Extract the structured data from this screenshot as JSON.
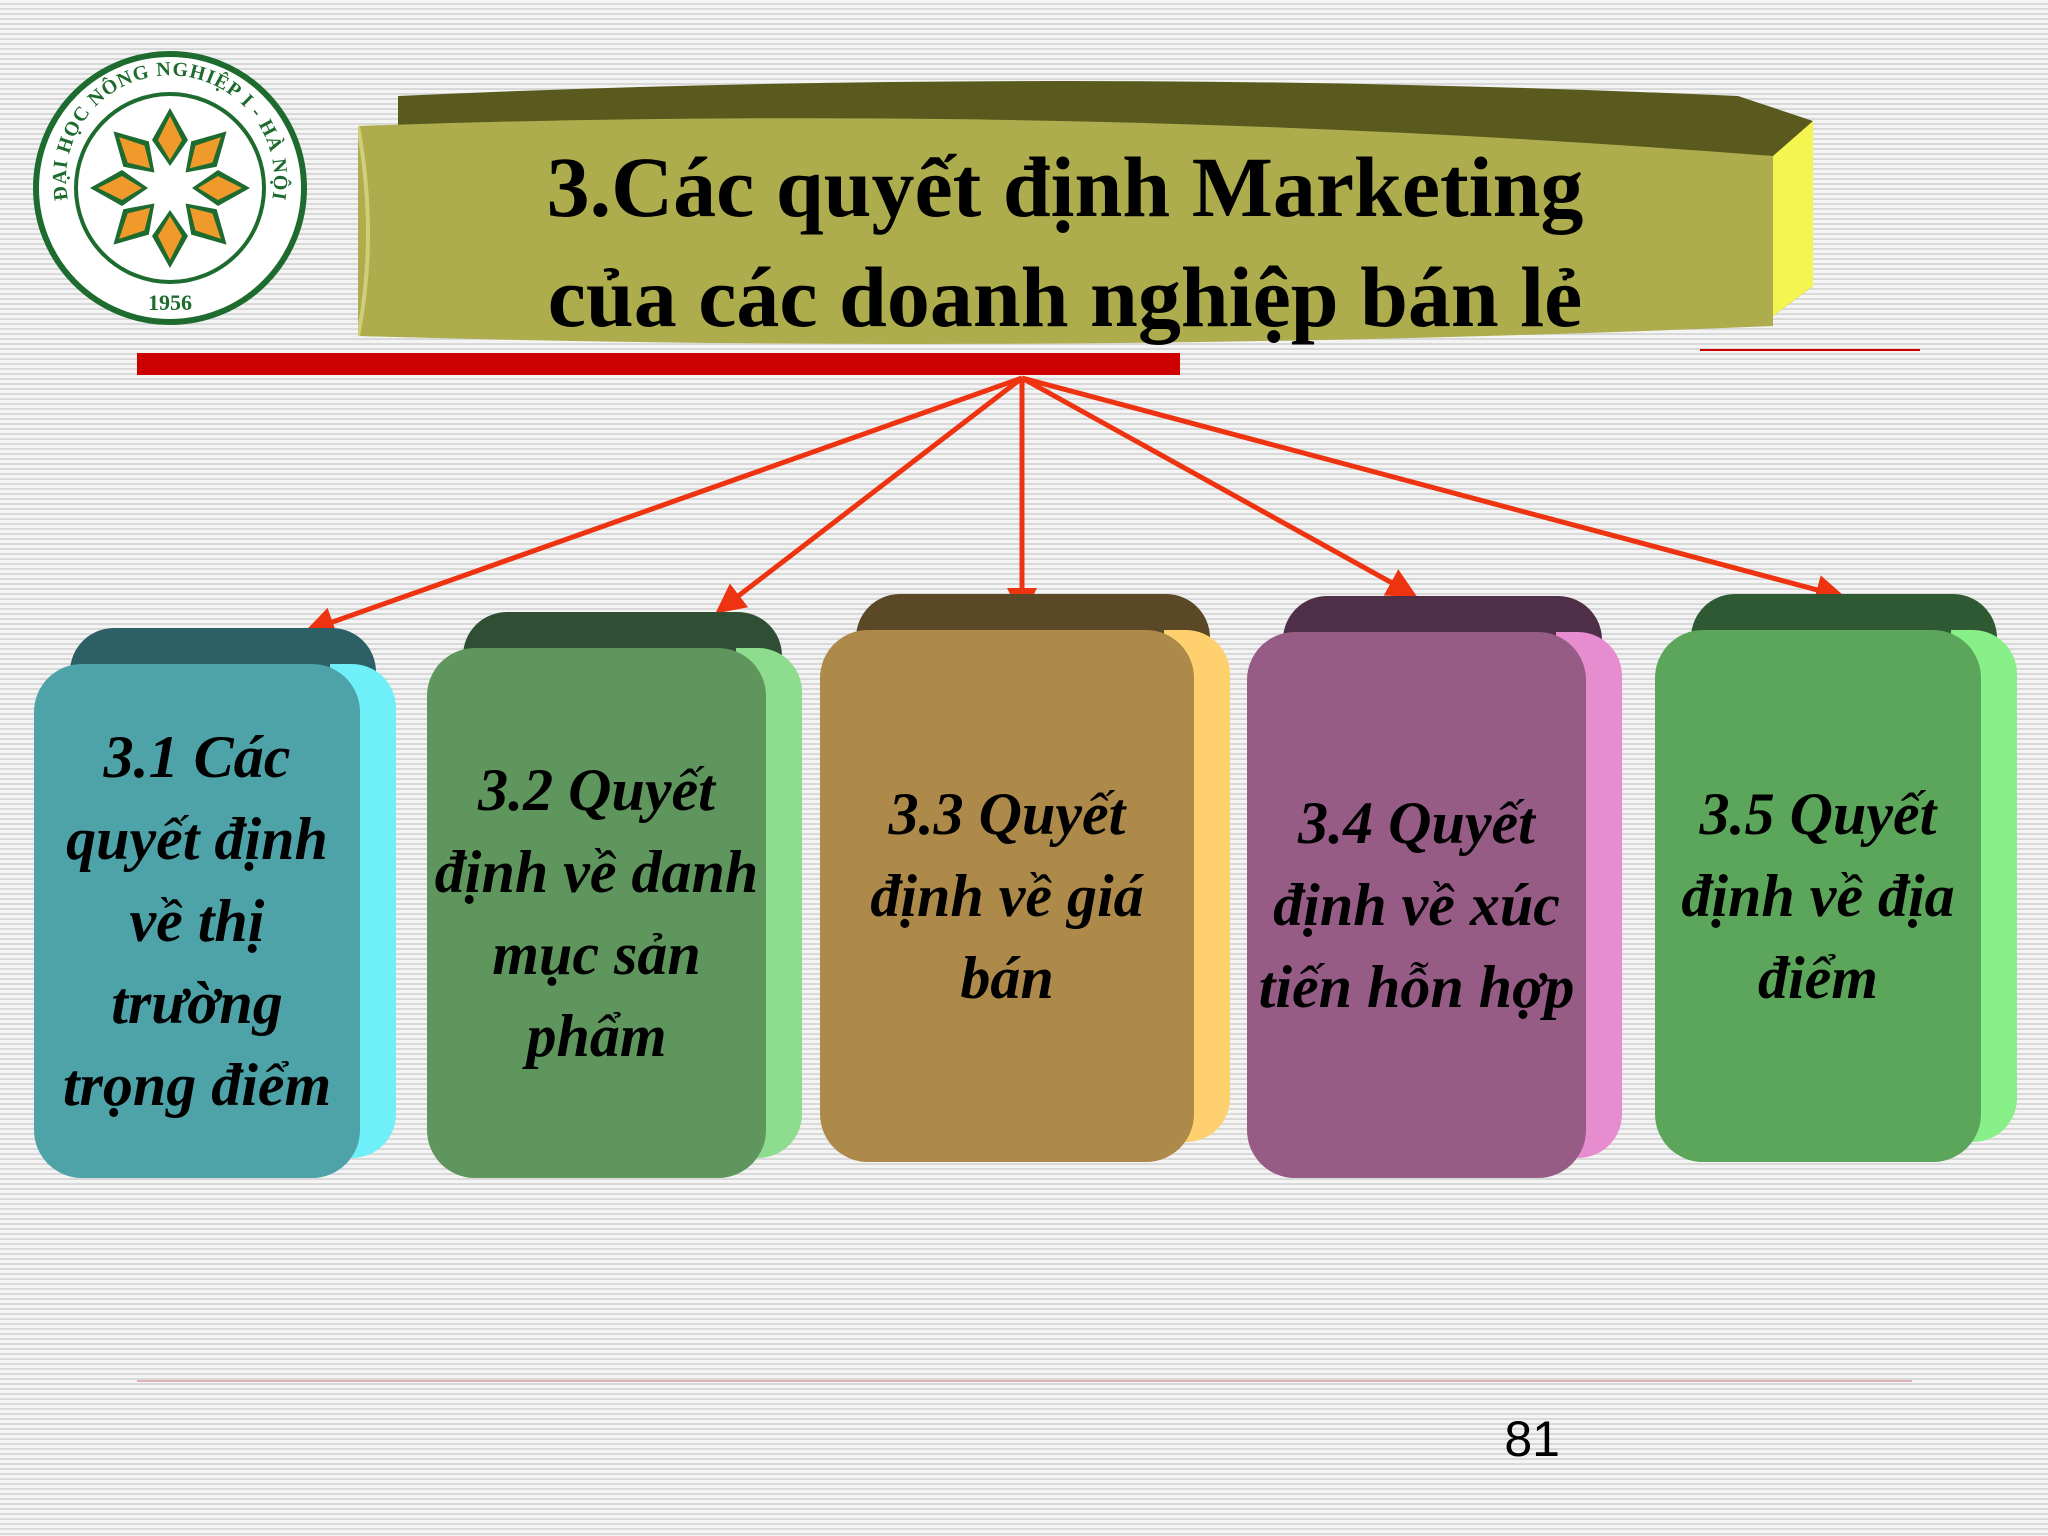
{
  "logo": {
    "text_top": "ĐẠI HỌC NÔNG NGHIỆP I - HÀ NỘI",
    "year": "1956"
  },
  "title": {
    "line1": "3.Các quyết định Marketing",
    "line2": "của các doanh nghiệp bán lẻ"
  },
  "boxes": [
    {
      "label": "3.1 Các quyết định về thị trường trọng điểm",
      "front": "#4ea3a9",
      "top": "#2d5f66",
      "side": "#6ff0f8"
    },
    {
      "label": "3.2 Quyết định về danh mục sản phẩm",
      "front": "#5e965e",
      "top": "#2f4e33",
      "side": "#8edc8e"
    },
    {
      "label": "3.3 Quyết định về giá bán",
      "front": "#ae8a4a",
      "top": "#5b4826",
      "side": "#ffd06e"
    },
    {
      "label": "3.4 Quyết định về xúc tiến hỗn hợp",
      "front": "#965c86",
      "top": "#4f2f47",
      "side": "#e88cd0"
    },
    {
      "label": "3.5 Quyết định về địa điểm",
      "front": "#5ca65c",
      "top": "#2e5932",
      "side": "#88f088"
    }
  ],
  "colors": {
    "arrow": "#ee3311",
    "title_fill": "#adad4e",
    "title_dark": "#5a5a1e",
    "title_side": "#f5f550",
    "red_bar": "#cc0000"
  },
  "page_number": "81"
}
